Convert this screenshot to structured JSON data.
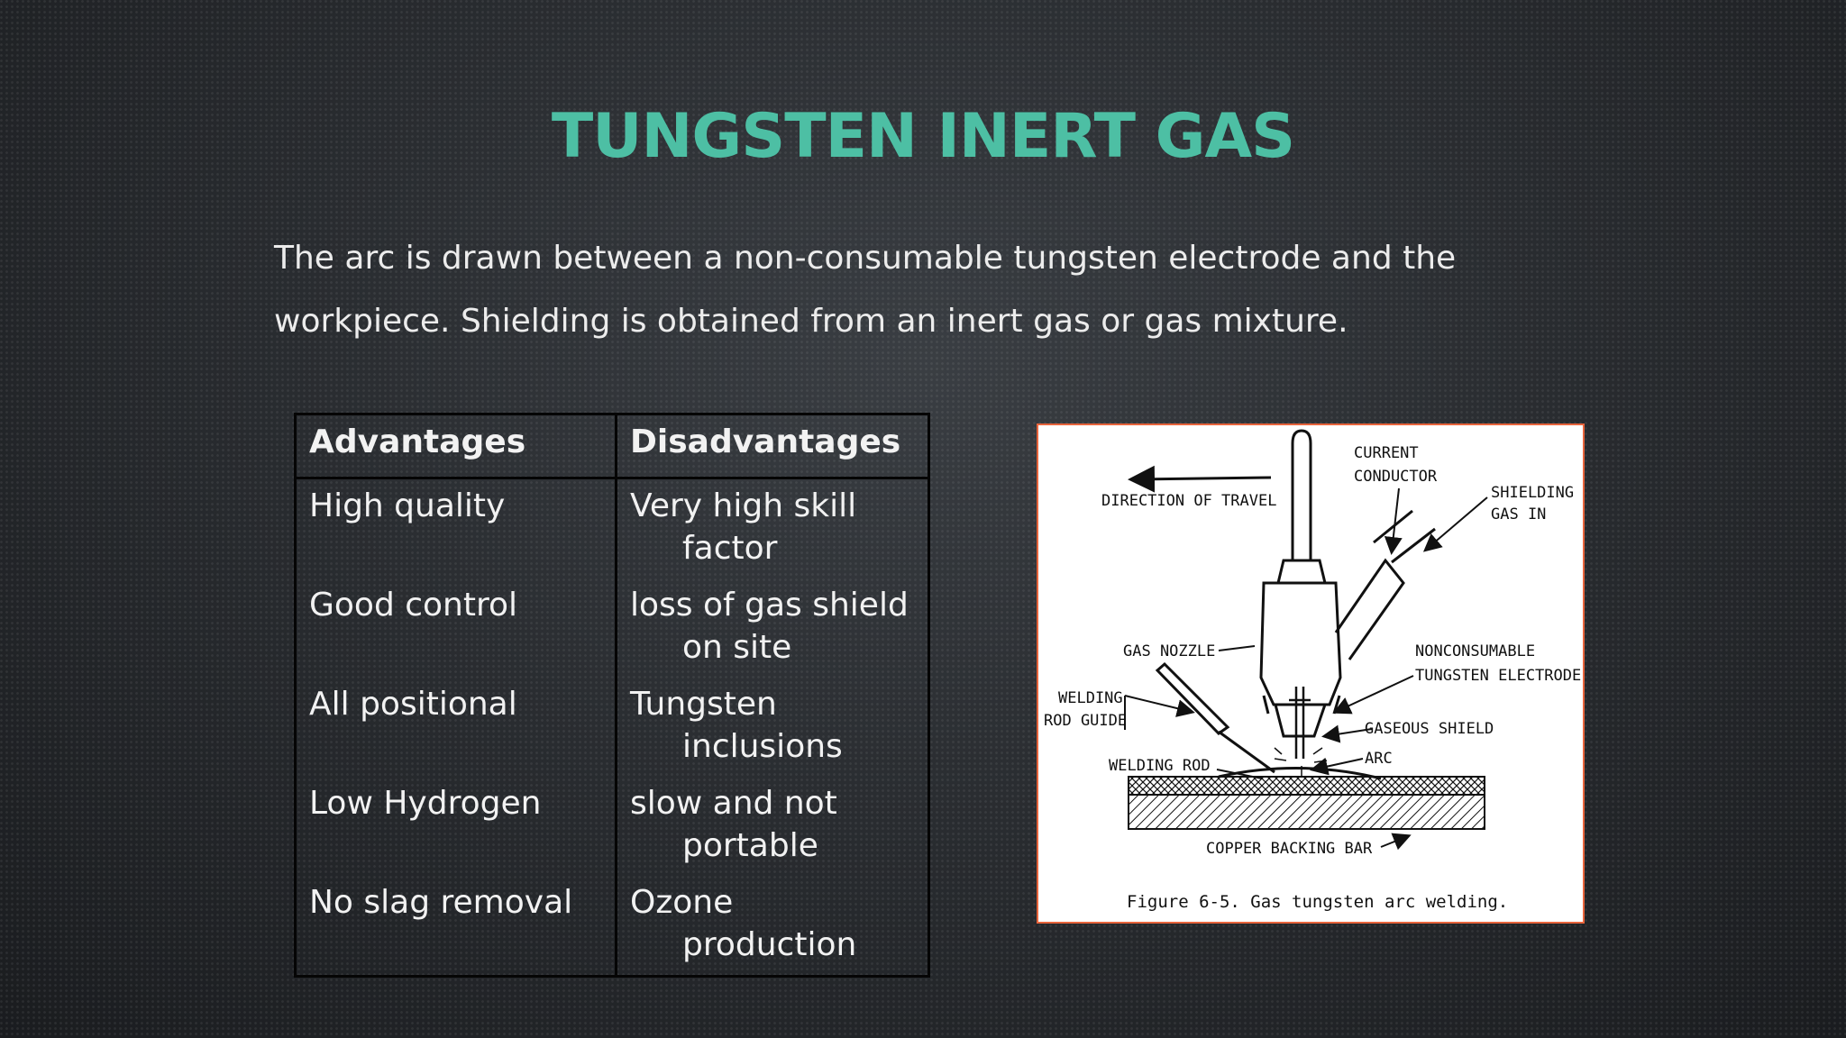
{
  "slide": {
    "title": "TUNGSTEN INERT GAS",
    "intro": "The arc is drawn between a non-consumable tungsten electrode and the workpiece. Shielding is obtained from an inert gas or gas mixture."
  },
  "table": {
    "headers": [
      "Advantages",
      "Disadvantages"
    ],
    "rows": [
      {
        "adv": "High quality",
        "dis_1": "Very high skill",
        "dis_2": "factor"
      },
      {
        "adv": "Good control",
        "dis_1": "loss of gas shield",
        "dis_2": "on site"
      },
      {
        "adv": "All positional",
        "dis_1": "Tungsten",
        "dis_2": "inclusions"
      },
      {
        "adv": "Low Hydrogen",
        "dis_1": "slow and not",
        "dis_2": "portable"
      },
      {
        "adv": "No slag removal",
        "dis_1": "Ozone",
        "dis_2": "production"
      }
    ]
  },
  "figure": {
    "labels": {
      "direction": "DIRECTION OF TRAVEL",
      "current_1": "CURRENT",
      "current_2": "CONDUCTOR",
      "shield_1": "SHIELDING",
      "shield_2": "GAS IN",
      "nozzle": "GAS NOZZLE",
      "electrode_1": "NONCONSUMABLE",
      "electrode_2": "TUNGSTEN ELECTRODE",
      "guide_1": "WELDING",
      "guide_2": "ROD GUIDE",
      "gaseous": "GASEOUS SHIELD",
      "arc": "ARC",
      "rod": "WELDING ROD",
      "backing": "COPPER BACKING BAR"
    },
    "caption": "Figure 6-5.  Gas tungsten arc welding."
  },
  "colors": {
    "title": "#4dbfa4",
    "text": "#ececec",
    "figure_border": "#e8643c"
  }
}
